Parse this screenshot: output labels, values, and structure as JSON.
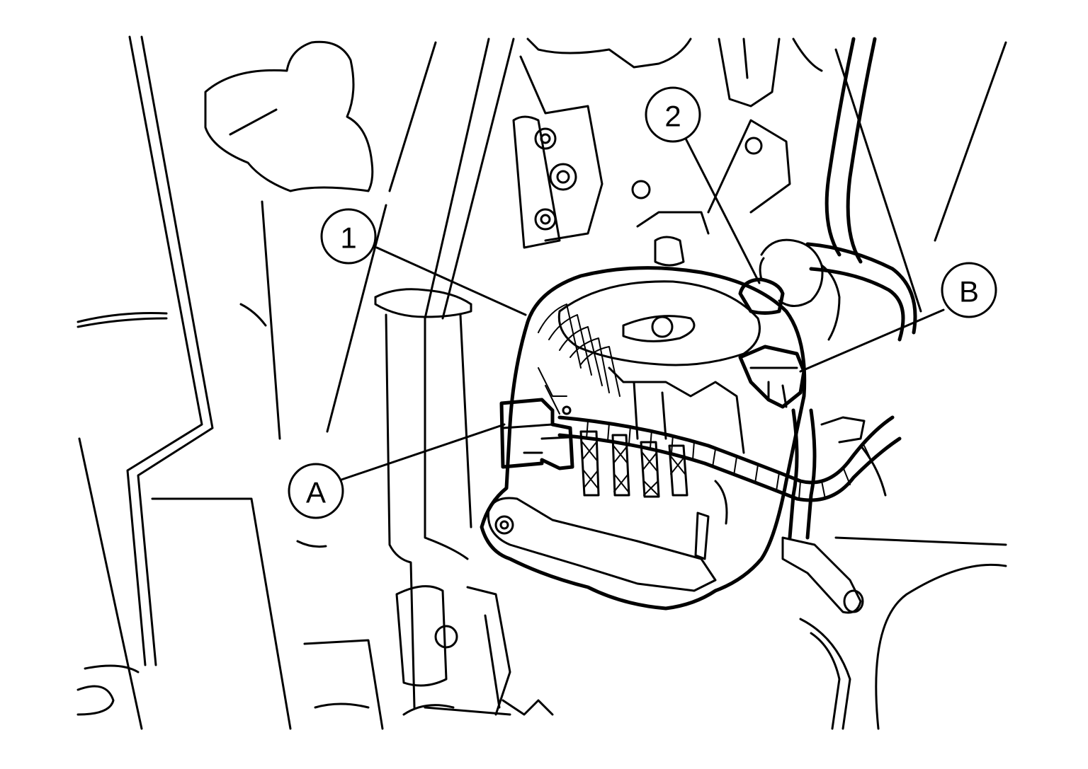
{
  "callouts": {
    "part_1": "1",
    "part_2": "2",
    "connector_a": "A",
    "connector_b": "B"
  },
  "colors": {
    "ink": "#000000",
    "paper": "#ffffff"
  }
}
